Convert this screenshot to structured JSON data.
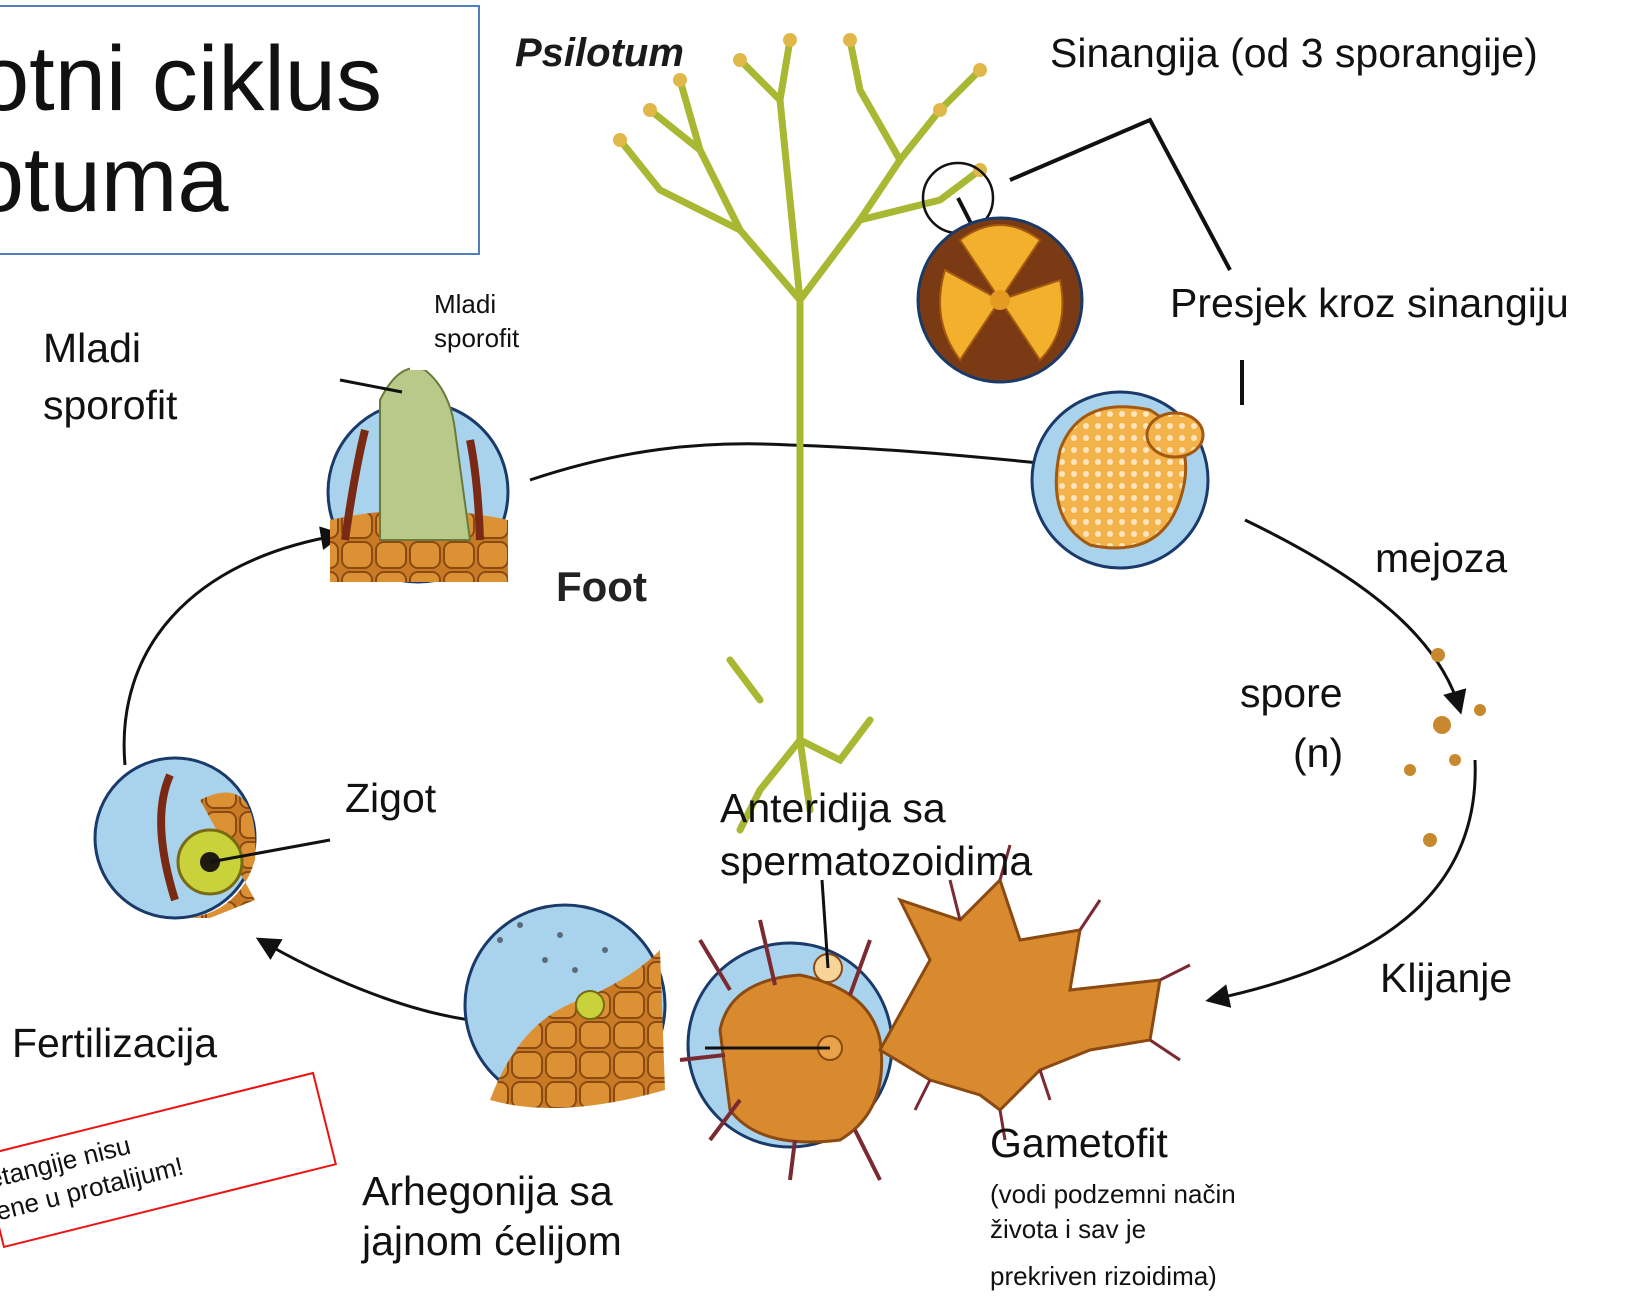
{
  "title": {
    "line1": "votni ciklus",
    "line2": "ilotuma"
  },
  "labels": {
    "psilotum": "Psilotum",
    "sinangija": "Sinangija (od 3 sporangije)",
    "presjek": "Presjek kroz sinangiju",
    "mladi_sporofit_small_1": "Mladi",
    "mladi_sporofit_small_2": "sporofit",
    "mladi_sporofit_1": "Mladi",
    "mladi_sporofit_2": "sporofit",
    "foot": "Foot",
    "mejoza": "mejoza",
    "spore_1": "spore",
    "spore_2": "(n)",
    "zigot": "Zigot",
    "anteridija_1": "Anteridija sa",
    "anteridija_2": "spermatozoidima",
    "klijanje": "Klijanje",
    "fertilizacija": "Fertilizacija",
    "arhegonija_1": "Arhegonija sa",
    "arhegonija_2": "jajnom ćelijom",
    "gametofit": "Gametofit",
    "gametofit_note_1": "(vodi podzemni način",
    "gametofit_note_2": "života i sav je",
    "gametofit_note_3": "prekriven rizoidima)"
  },
  "note": {
    "line1": "etangije nisu",
    "line2": "ene u protalijum!"
  },
  "colors": {
    "accent_border": "#4f7fbf",
    "note_border": "#ee1111",
    "plant_green": "#a8b833",
    "circle_fill": "#a9d3ec",
    "tissue_orange": "#d88a2a",
    "sporangium_yellow": "#f2b02c"
  }
}
